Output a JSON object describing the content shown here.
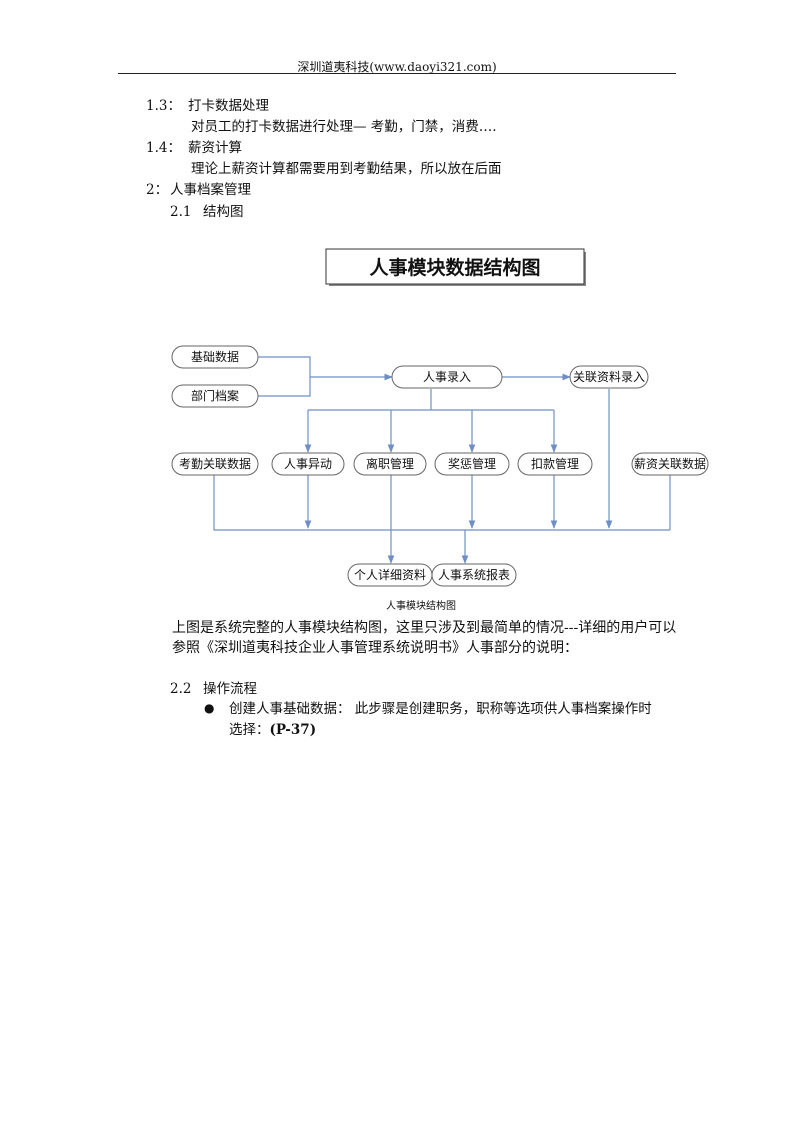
{
  "header": {
    "text": "深圳道夷科技(www.daoyi321.com)"
  },
  "sections": [
    {
      "label": "1.3：",
      "title": "打卡数据处理",
      "desc": "对员工的打卡数据进行处理— 考勤，门禁，消费…."
    },
    {
      "label": "1.4：",
      "title": "薪资计算",
      "desc": "理论上薪资计算都需要用到考勤结果，所以放在后面"
    }
  ],
  "section2": {
    "label": "2：",
    "title": "人事档案管理"
  },
  "sub21": {
    "label": "2.1",
    "title": "结构图"
  },
  "diagram": {
    "title": "人事模块数据结构图",
    "caption": "人事模块结构图",
    "nodes": {
      "basic_data": "基础数据",
      "dept_archive": "部门档案",
      "hr_entry": "人事录入",
      "related_entry": "关联资料录入",
      "attendance_data": "考勤关联数据",
      "hr_change": "人事异动",
      "resignation": "离职管理",
      "reward_punish": "奖惩管理",
      "deduction": "扣款管理",
      "salary_data": "薪资关联数据",
      "personal_detail": "个人详细资料",
      "hr_report": "人事系统报表"
    }
  },
  "paragraph": {
    "line1": "上图是系统完整的人事模块结构图，这里只涉及到最简单的情况---详细的用户可以",
    "line2": "参照《深圳道夷科技企业人事管理系统说明书》人事部分的说明："
  },
  "sub22": {
    "label": "2.2",
    "title": "操作流程"
  },
  "bullet": {
    "symbol": "●",
    "line1": "创建人事基础数据：  此步骤是创建职务，职称等选项供人事档案操作时",
    "line2_prefix": "选择：",
    "line2_ref": "(P-37)"
  }
}
